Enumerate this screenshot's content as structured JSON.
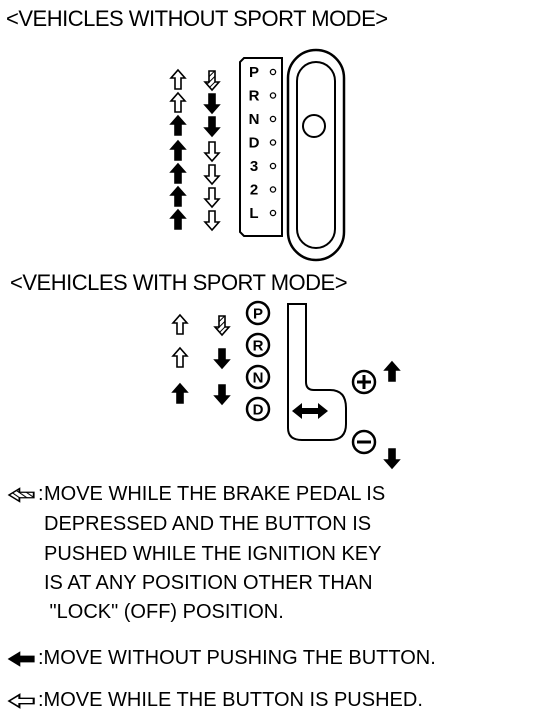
{
  "headings": {
    "without_sport": "<VEHICLES WITHOUT SPORT MODE>",
    "with_sport": "<VEHICLES WITH SPORT MODE>"
  },
  "gear_positions_standard": [
    "P",
    "R",
    "N",
    "D",
    "3",
    "2",
    "L"
  ],
  "gear_positions_sport": [
    "P",
    "R",
    "N",
    "D"
  ],
  "sport_symbols": {
    "plus": "+",
    "minus": "−"
  },
  "legend": {
    "hatched_prefix": ":",
    "hatched_lines": [
      "MOVE WHILE THE BRAKE PEDAL IS",
      "DEPRESSED AND THE BUTTON IS",
      "PUSHED WHILE THE IGNITION KEY",
      "IS AT ANY POSITION OTHER THAN",
      " \"LOCK\" (OFF) POSITION."
    ],
    "solid": ":MOVE WITHOUT PUSHING THE BUTTON.",
    "outline": ":MOVE WHILE THE BUTTON IS PUSHED."
  }
}
